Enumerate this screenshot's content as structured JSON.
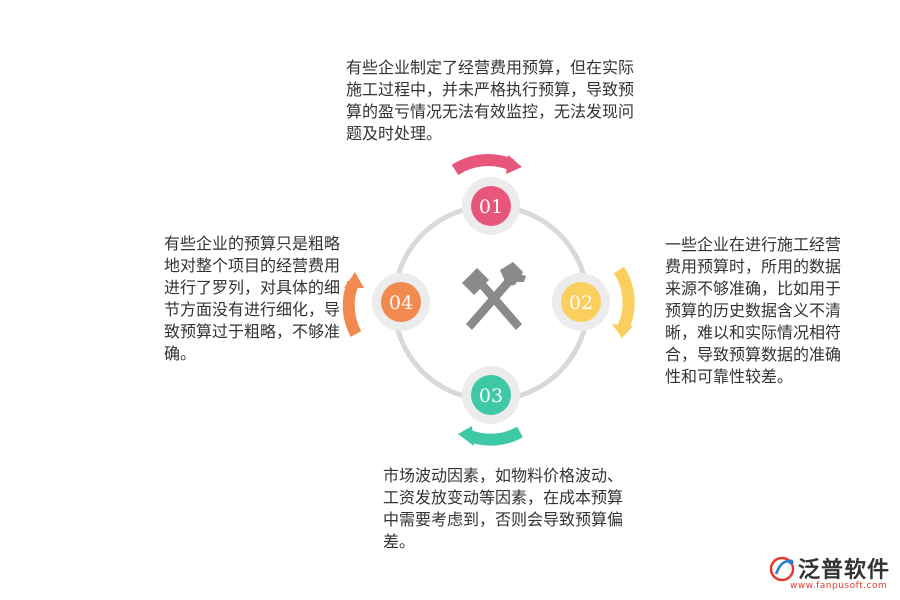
{
  "colors": {
    "step1": "#e8577b",
    "step2": "#fbcf5d",
    "step3": "#3fc8a6",
    "step4": "#f2894e",
    "ring": "#d9d9d9",
    "tool_icon": "#8a8a8a",
    "logo_red": "#e63a2e"
  },
  "center_icon": "crossed-hammers-icon",
  "steps": [
    {
      "number": "01",
      "text": "有些企业制定了经营费用预算，但在实际施工过程中，并未严格执行预算，导致预算的盈亏情况无法有效监控，无法发现问题及时处理。"
    },
    {
      "number": "02",
      "text": "一些企业在进行施工经营费用预算时，所用的数据来源不够准确，比如用于预算的历史数据含义不清晰，难以和实际情况相符合，导致预算数据的准确性和可靠性较差。"
    },
    {
      "number": "03",
      "text": "市场波动因素，如物料价格波动、工资发放变动等因素，在成本预算中需要考虑到，否则会导致预算偏差。"
    },
    {
      "number": "04",
      "text": "有些企业的预算只是粗略地对整个项目的经营费用进行了罗列，对具体的细节方面没有进行细化，导致预算过于粗略，不够准确。"
    }
  ],
  "logo": {
    "name": "泛普软件",
    "url": "www.fanpusoft.com"
  }
}
